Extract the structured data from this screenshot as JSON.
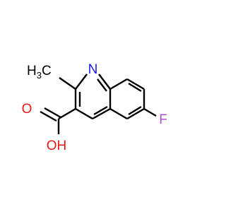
{
  "molecule": {
    "atoms": {
      "methyl": "H3C",
      "methyl_main": "H",
      "methyl_sub": "3",
      "methyl_c": "C",
      "ring_nitrogen": "N",
      "fluorine": "F",
      "carbonyl_oxygen": "O",
      "hydroxyl": "OH"
    },
    "colors": {
      "bond": "#000000",
      "carbon_label": "#000000",
      "nitrogen": "#1919e6",
      "oxygen": "#e61919",
      "fluorine": "#a855c8"
    }
  }
}
